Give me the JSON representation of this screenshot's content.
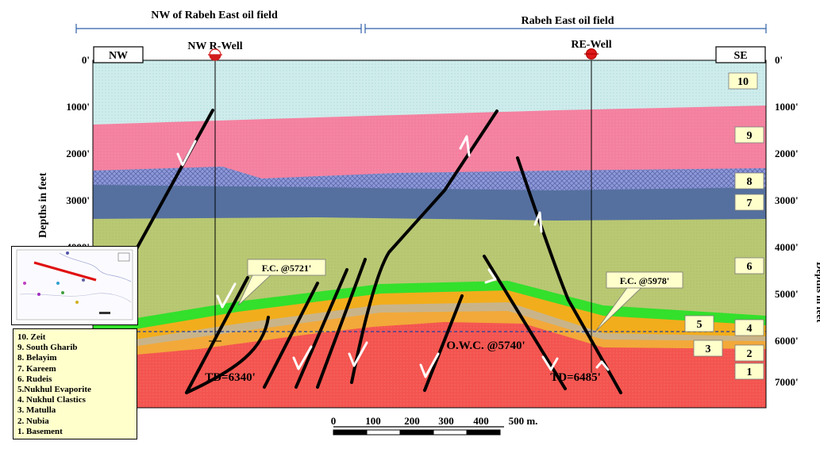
{
  "header": {
    "left_field": "NW of Rabeh East oil field",
    "right_field": "Rabeh East oil field"
  },
  "corners": {
    "left": "NW",
    "right": "SE"
  },
  "wells": [
    {
      "name": "NW R-Well",
      "td": "TD=6340'"
    },
    {
      "name": "RE-Well",
      "td": "TD=6485'"
    }
  ],
  "depth_ticks": [
    "0'",
    "1000'",
    "2000'",
    "3000'",
    "4000'",
    "5000'",
    "6000'",
    "7000'"
  ],
  "axis_label": "Depths in feet",
  "callouts": {
    "fc_left": "F.C. @5721'",
    "fc_right": "F.C. @5978'",
    "owc": "O.W.C. @5740'"
  },
  "layer_numbers": [
    "10",
    "9",
    "8",
    "7",
    "6",
    "5",
    "4",
    "3",
    "2",
    "1"
  ],
  "legend": [
    "10. Zeit",
    "9. South Gharib",
    "8. Belayim",
    "7. Kareem",
    "6. Rudeis",
    "5.Nukhul Evaporite",
    "4. Nukhul Clastics",
    "3. Matulla",
    "2. Nubia",
    "1. Basement"
  ],
  "scale_bar": {
    "ticks": [
      "0",
      "100",
      "200",
      "300",
      "400",
      "500 m."
    ]
  },
  "colors": {
    "zeit": "#cfecec",
    "south_gharib": "#f4809f",
    "belayim": "#8e99d8",
    "kareem": "#55709f",
    "rudeis": "#b9c873",
    "nukhul_evaporite": "#33e02c",
    "nukhul_clastics": "#f2ad1c",
    "matulla": "#c9b48a",
    "nubia": "#f2a93a",
    "basement": "#f4544f",
    "legend_bg": "#ffffcc",
    "label_box": "#ffffcc"
  }
}
